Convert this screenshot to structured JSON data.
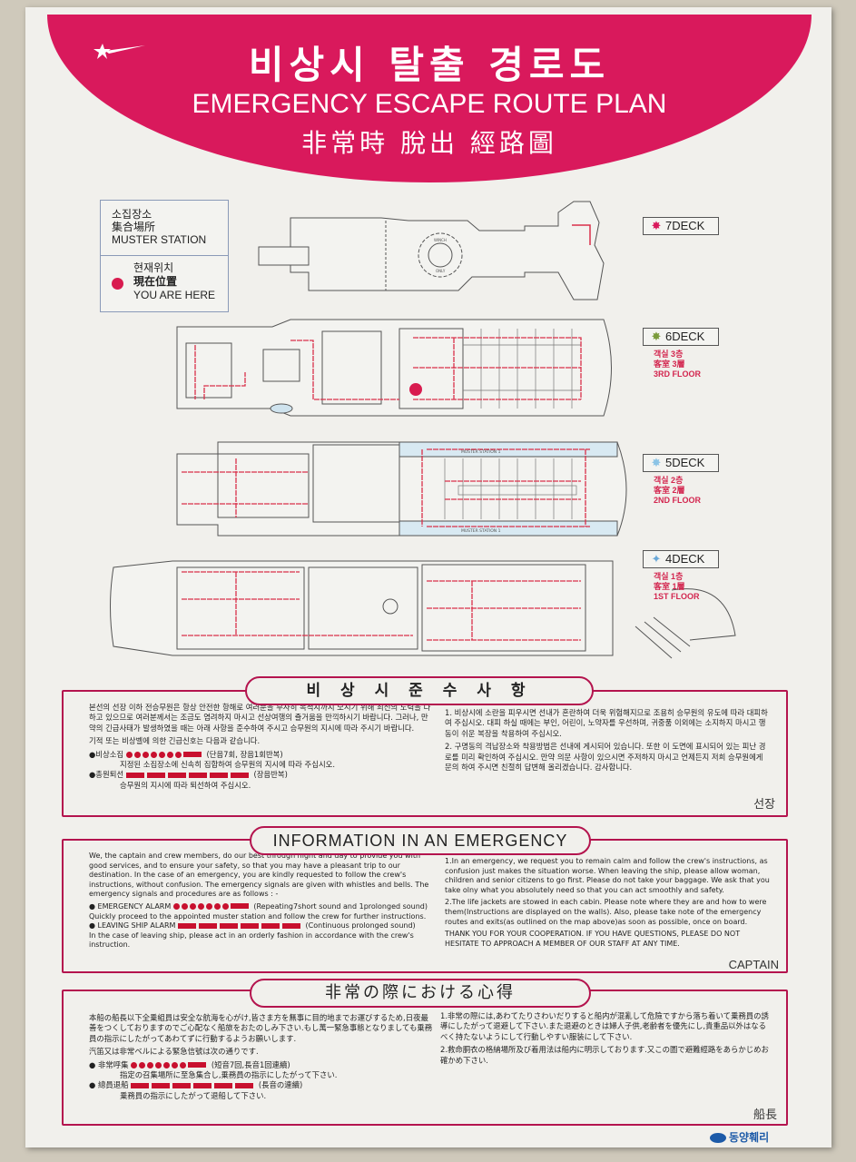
{
  "header": {
    "title_ko": "비상시 탈출 경로도",
    "title_en": "EMERGENCY ESCAPE ROUTE PLAN",
    "title_cn": "非常時 脫出 經路圖"
  },
  "legend": {
    "muster": [
      "소집장소",
      "集合場所",
      "MUSTER STATION"
    ],
    "here": [
      "현재위치",
      "現在位置",
      "YOU ARE HERE"
    ]
  },
  "decks": [
    {
      "label": "7DECK",
      "star_color": "#d9195c",
      "floor": []
    },
    {
      "label": "6DECK",
      "star_color": "#7a9a3a",
      "floor": [
        "객실 3층",
        "客室 3層",
        "3RD FLOOR"
      ]
    },
    {
      "label": "5DECK",
      "star_color": "#8cc4e6",
      "floor": [
        "객실 2층",
        "客室 2層",
        "2ND FLOOR"
      ]
    },
    {
      "label": "4DECK",
      "star_color": "#6aa8d8",
      "floor": [
        "객실 1층",
        "客室 1層",
        "1ST FLOOR"
      ]
    }
  ],
  "plan_labels": {
    "muster_1": "MUSTER STATION 1",
    "muster_2": "MUSTER STATION 1",
    "winch": "WINCH",
    "only": "ONLY"
  },
  "korean": {
    "title": "비 상 시 준 수 사 항",
    "intro": "본선의 선장 이하 전승무원은 항상 안전한 항해로 여러분을 무사히 목적지까지 모시기 위해 최선의 노력을 다하고 있으므로 여러분께서는 조금도 염려하지 마시고 선상여행의 즐거움을 만끽하시기 바랍니다. 그러나, 만약의 긴급사태가 발생하였을 때는 아래 사항을 준수하여 주시고 승무원의 지시에 따라 주시기 바랍니다.",
    "signals_intro": "기적 또는 비상벨에 의한 긴급신호는 다음과 같습니다.",
    "alarm1_label": "●비상소집",
    "alarm1_note": "(단음7회, 장음1회반복)",
    "alarm1_desc": "지정된 소집장소에 신속히 집합하여 승무원의 지시에 따라 주십시오.",
    "alarm2_label": "●총원퇴선",
    "alarm2_note": "(장음반복)",
    "alarm2_desc": "승무원의 지시에 따라 퇴선하여 주십시오.",
    "item1": "1. 비상시에 소란을 피우시면 선내가 혼란하여 더욱 위험해지므로 조용히 승무원의 유도에 따라 대피하여 주십시오. 대피 하실 때에는 부인, 어린이, 노약자를 우선하며, 귀중품 이외에는 소지하지 마시고 행동이 쉬운 복장을 착용하여 주십시오.",
    "item2": "2. 구명동의 격납장소와 착용방법은 선내에 게시되어 있습니다. 또한 이 도면에 표시되어 있는 피난 경로를 미리 확인하여 주십시오. 만약 의문 사항이 있으시면 주저하지 마시고 언제든지 저희 승무원에게 문의 하여 주시면 친절히 답변해 올리겠습니다. 감사합니다.",
    "signature": "선장"
  },
  "english": {
    "title": "INFORMATION IN AN EMERGENCY",
    "intro": "We, the captain and crew members, do our best through night and day to provide you with good services, and to ensure your safety, so that you may have a pleasant trip to our destination. In the case of an emergency, you are kindly requested to follow the crew's instructions, without confusion. The emergency signals are given with whistles and bells. The emergency signals and procedures are as follows : -",
    "alarm1_label": "● EMERGENCY ALARM",
    "alarm1_note": "(Repeating7short sound and 1prolonged sound)",
    "alarm1_desc": "Quickly proceed to the appointed muster station and follow the crew for further instructions.",
    "alarm2_label": "● LEAVING SHIP ALARM",
    "alarm2_note": "(Continuous prolonged sound)",
    "alarm2_desc": "In the case of leaving ship, please act in an orderly fashion in accordance with the crew's instruction.",
    "item1": "1.In an emergency, we request you to remain calm and follow the crew's instructions, as confusion just makes the situation worse. When leaving the ship, please allow woman, children and senior citizens to go first. Please do not take your baggage. We ask that you take olny what you absolutely need so that you can act smoothly and safety.",
    "item2": "2.The life jackets are stowed in each cabin. Please note where they are and how to were them(Instructions are displayed on the walls). Also, please take note of the emergency routes and exits(as outlined on the map above)as soon as possible, once on board.",
    "thanks": "THANK YOU FOR YOUR COOPERATION. IF YOU HAVE QUESTIONS, PLEASE DO NOT HESITATE TO APPROACH A MEMBER OF OUR STAFF AT ANY TIME.",
    "signature": "CAPTAIN"
  },
  "japanese": {
    "title": "非常の際における心得",
    "intro": "本船の船長以下全乗組員は安全な航海を心がけ,皆さま方を無事に目的地までお運びするため,日夜最善をつくしておりますのでご心配なく船旅をおたのしみ下さい.もし萬一緊急事態となりましても乗務員の指示にしたがってあわてずに行動するようお願いします.",
    "signals_intro": "汽笛又は非常ベルによる緊急信號は次の通りです.",
    "alarm1_label": "● 非常呼集",
    "alarm1_note": "(短音7回,長音1回連續)",
    "alarm1_desc": "指定の召集場所に至急集合し,乗務員の指示にしたがって下さい.",
    "alarm2_label": "● 總員退船",
    "alarm2_note": "(長音の連續)",
    "alarm2_desc": "乗務員の指示にしたがって退船して下さい.",
    "item1": "1.非常の際には,あわてたりさわいだりすると船内が混亂して危險ですから落ち着いて乗務員の誘導にしたがって退避して下さい.また退避のときは婦人子供,老齢者を優先にし,貴重品以外はなるべく持たないようにして行動しやすい服装にして下さい.",
    "item2": "2.救命胴衣の格納場所及び着用法は船内に明示しております.又この圖で避難經路をあらかじめお確かめ下さい.",
    "signature": "船長"
  },
  "footer": {
    "company": "동양훼리"
  },
  "colors": {
    "brand": "#d9195c",
    "route": "#d9304a",
    "frame": "#b4144e"
  }
}
